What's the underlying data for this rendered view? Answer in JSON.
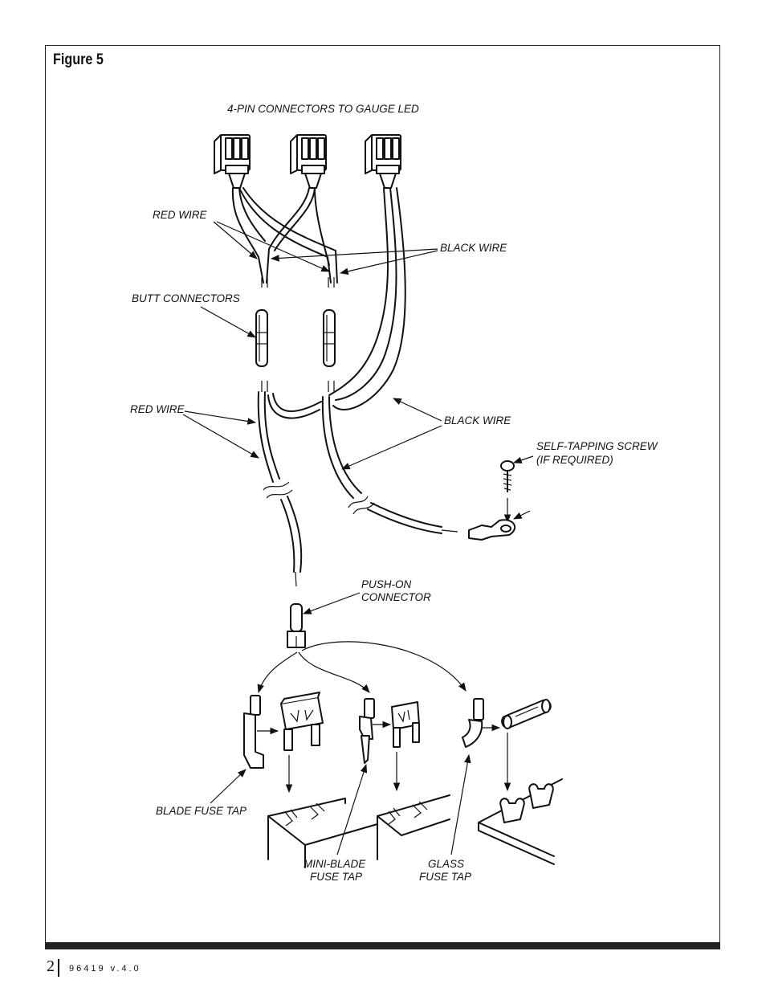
{
  "figure_title": "Figure 5",
  "labels": {
    "pin_connectors": "4-PIN CONNECTORS TO GAUGE LED",
    "red_wire_top": "RED WIRE",
    "black_wire_top": "BLACK WIRE",
    "butt_connectors": "BUTT CONNECTORS",
    "red_wire_bottom": "RED WIRE",
    "black_wire_bottom": "BLACK WIRE",
    "screw_line1": "SELF-TAPPING SCREW",
    "screw_line2": "(IF REQUIRED)",
    "push_on_line1": "PUSH-ON",
    "push_on_line2": "CONNECTOR",
    "blade_fuse_tap": "BLADE FUSE TAP",
    "mini_blade_line1": "MINI-BLADE",
    "mini_blade_line2": "FUSE TAP",
    "glass_line1": "GLASS",
    "glass_line2": "FUSE TAP"
  },
  "footer": {
    "page_number": "2",
    "doc_code": "96419 v.4.0"
  }
}
